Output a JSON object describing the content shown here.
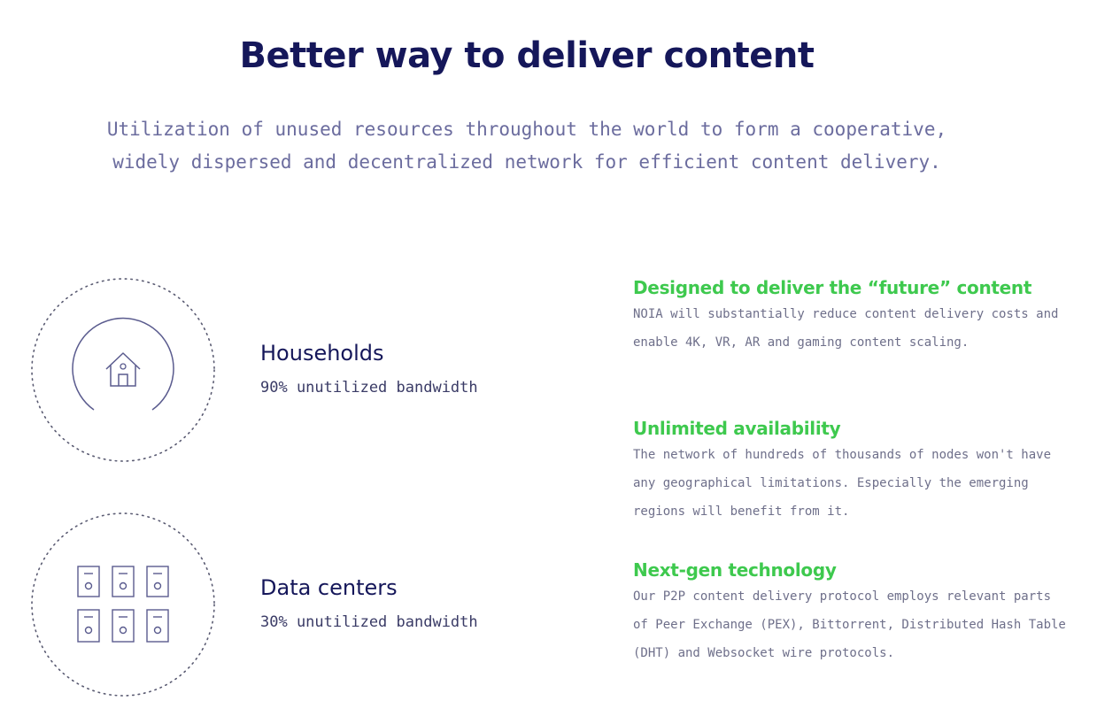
{
  "hero": {
    "title": "Better way to deliver content",
    "subtitle": "Utilization of unused resources throughout the world to form a cooperative, widely dispersed and decentralized network for efficient content delivery."
  },
  "features": [
    {
      "title": "Households",
      "desc": "90% unutilized bandwidth",
      "icon": "house-icon"
    },
    {
      "title": "Data centers",
      "desc": "30% unutilized bandwidth",
      "icon": "server-rack-icon"
    }
  ],
  "benefits": [
    {
      "title": "Designed to deliver the “future” content",
      "desc": "NOIA will substantially reduce content delivery costs and enable 4K, VR, AR and gaming content scaling."
    },
    {
      "title": "Unlimited availability",
      "desc": "The network of hundreds of thousands of nodes won't have any geographical limitations. Especially the emerging regions will benefit from it."
    },
    {
      "title": "Next-gen technology",
      "desc": "Our P2P content delivery protocol employs relevant parts of Peer Exchange (PEX), Bittorrent, Distributed Hash Table (DHT) and Websocket wire protocols."
    }
  ],
  "colors": {
    "navy": "#15175a",
    "green": "#3ec94e",
    "muted": "#6b6c9e",
    "line": "#5a5b8e"
  }
}
